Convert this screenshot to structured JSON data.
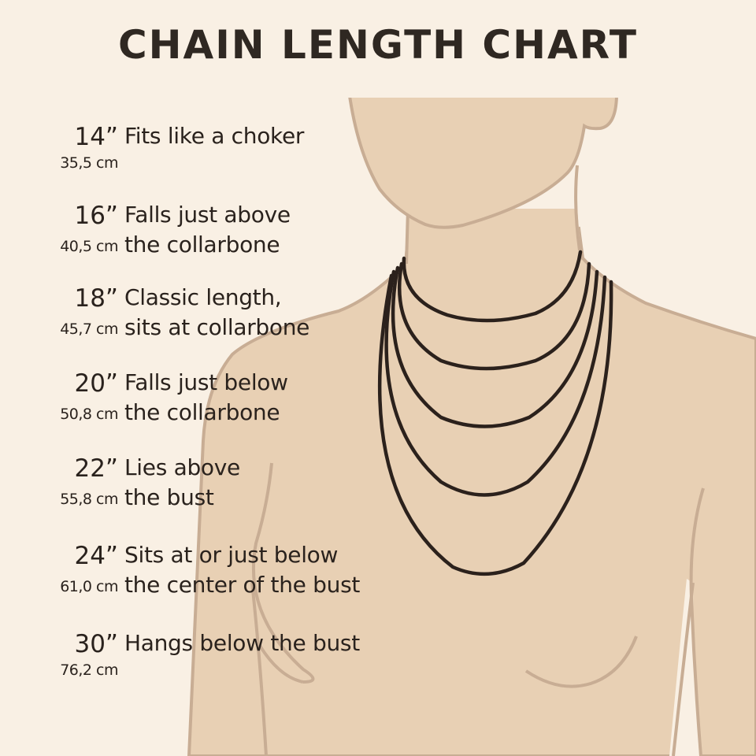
{
  "title": "CHAIN LENGTH CHART",
  "colors": {
    "background": "#f9f0e4",
    "skin": "#e8d0b4",
    "skin_outline": "#c8ad94",
    "chain": "#2b211c",
    "text": "#2a221d"
  },
  "entries": [
    {
      "inches": "14”",
      "cm": "35,5 cm",
      "desc_line1": "Fits like a choker",
      "desc_line2": ""
    },
    {
      "inches": "16”",
      "cm": "40,5 cm",
      "desc_line1": "Falls just above",
      "desc_line2": "the collarbone"
    },
    {
      "inches": "18”",
      "cm": "45,7 cm",
      "desc_line1": "Classic length,",
      "desc_line2": "sits at collarbone"
    },
    {
      "inches": "20”",
      "cm": "50,8 cm",
      "desc_line1": "Falls just below",
      "desc_line2": "the collarbone"
    },
    {
      "inches": "22”",
      "cm": "55,8 cm",
      "desc_line1": "Lies above",
      "desc_line2": "the bust"
    },
    {
      "inches": "24”",
      "cm": "61,0 cm",
      "desc_line1": "Sits at or just below",
      "desc_line2": "the center of the bust"
    },
    {
      "inches": "30”",
      "cm": "76,2 cm",
      "desc_line1": "Hangs below the bust",
      "desc_line2": ""
    }
  ],
  "illustration": {
    "subject": "female torso silhouette with neck and chin",
    "chain_count": 5
  }
}
